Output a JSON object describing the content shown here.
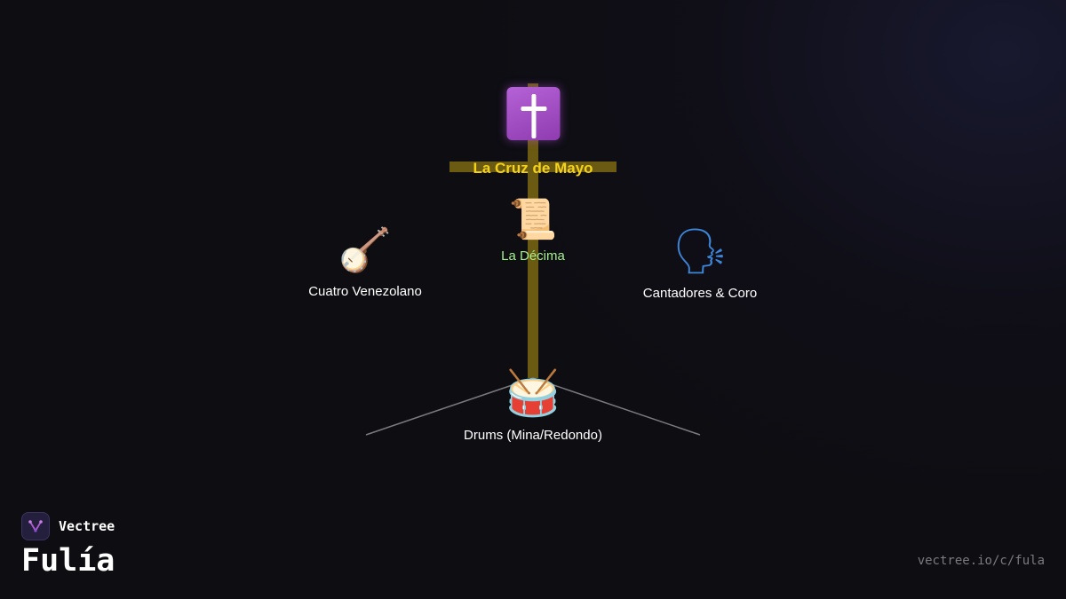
{
  "colors": {
    "background": "#0e0d12",
    "trunk": "#6b5a12",
    "root_label": "#f5d21a",
    "decima_label": "#a6ef8e",
    "cross_box": "#a84fcc",
    "branch_line": "#7a7a80"
  },
  "diagram": {
    "root": {
      "icon": "latin-cross-icon",
      "label": "La Cruz de Mayo"
    },
    "children": [
      {
        "id": "decima",
        "icon": "scroll-icon",
        "glyph": "📜",
        "label": "La Décima"
      },
      {
        "id": "cuatro",
        "icon": "banjo-icon",
        "glyph": "🪕",
        "label": "Cuatro Venezolano"
      },
      {
        "id": "cantadores",
        "icon": "speaking-head-icon",
        "glyph": "🗣",
        "label": "Cantadores & Coro"
      },
      {
        "id": "drums",
        "icon": "drum-icon",
        "glyph": "🥁",
        "label": "Drums (Mina/Redondo)"
      }
    ]
  },
  "brand": {
    "name": "Vectree",
    "logo_icon": "vectree-logo-icon"
  },
  "page_title": "Fulía",
  "footer_url": "vectree.io/c/fula"
}
